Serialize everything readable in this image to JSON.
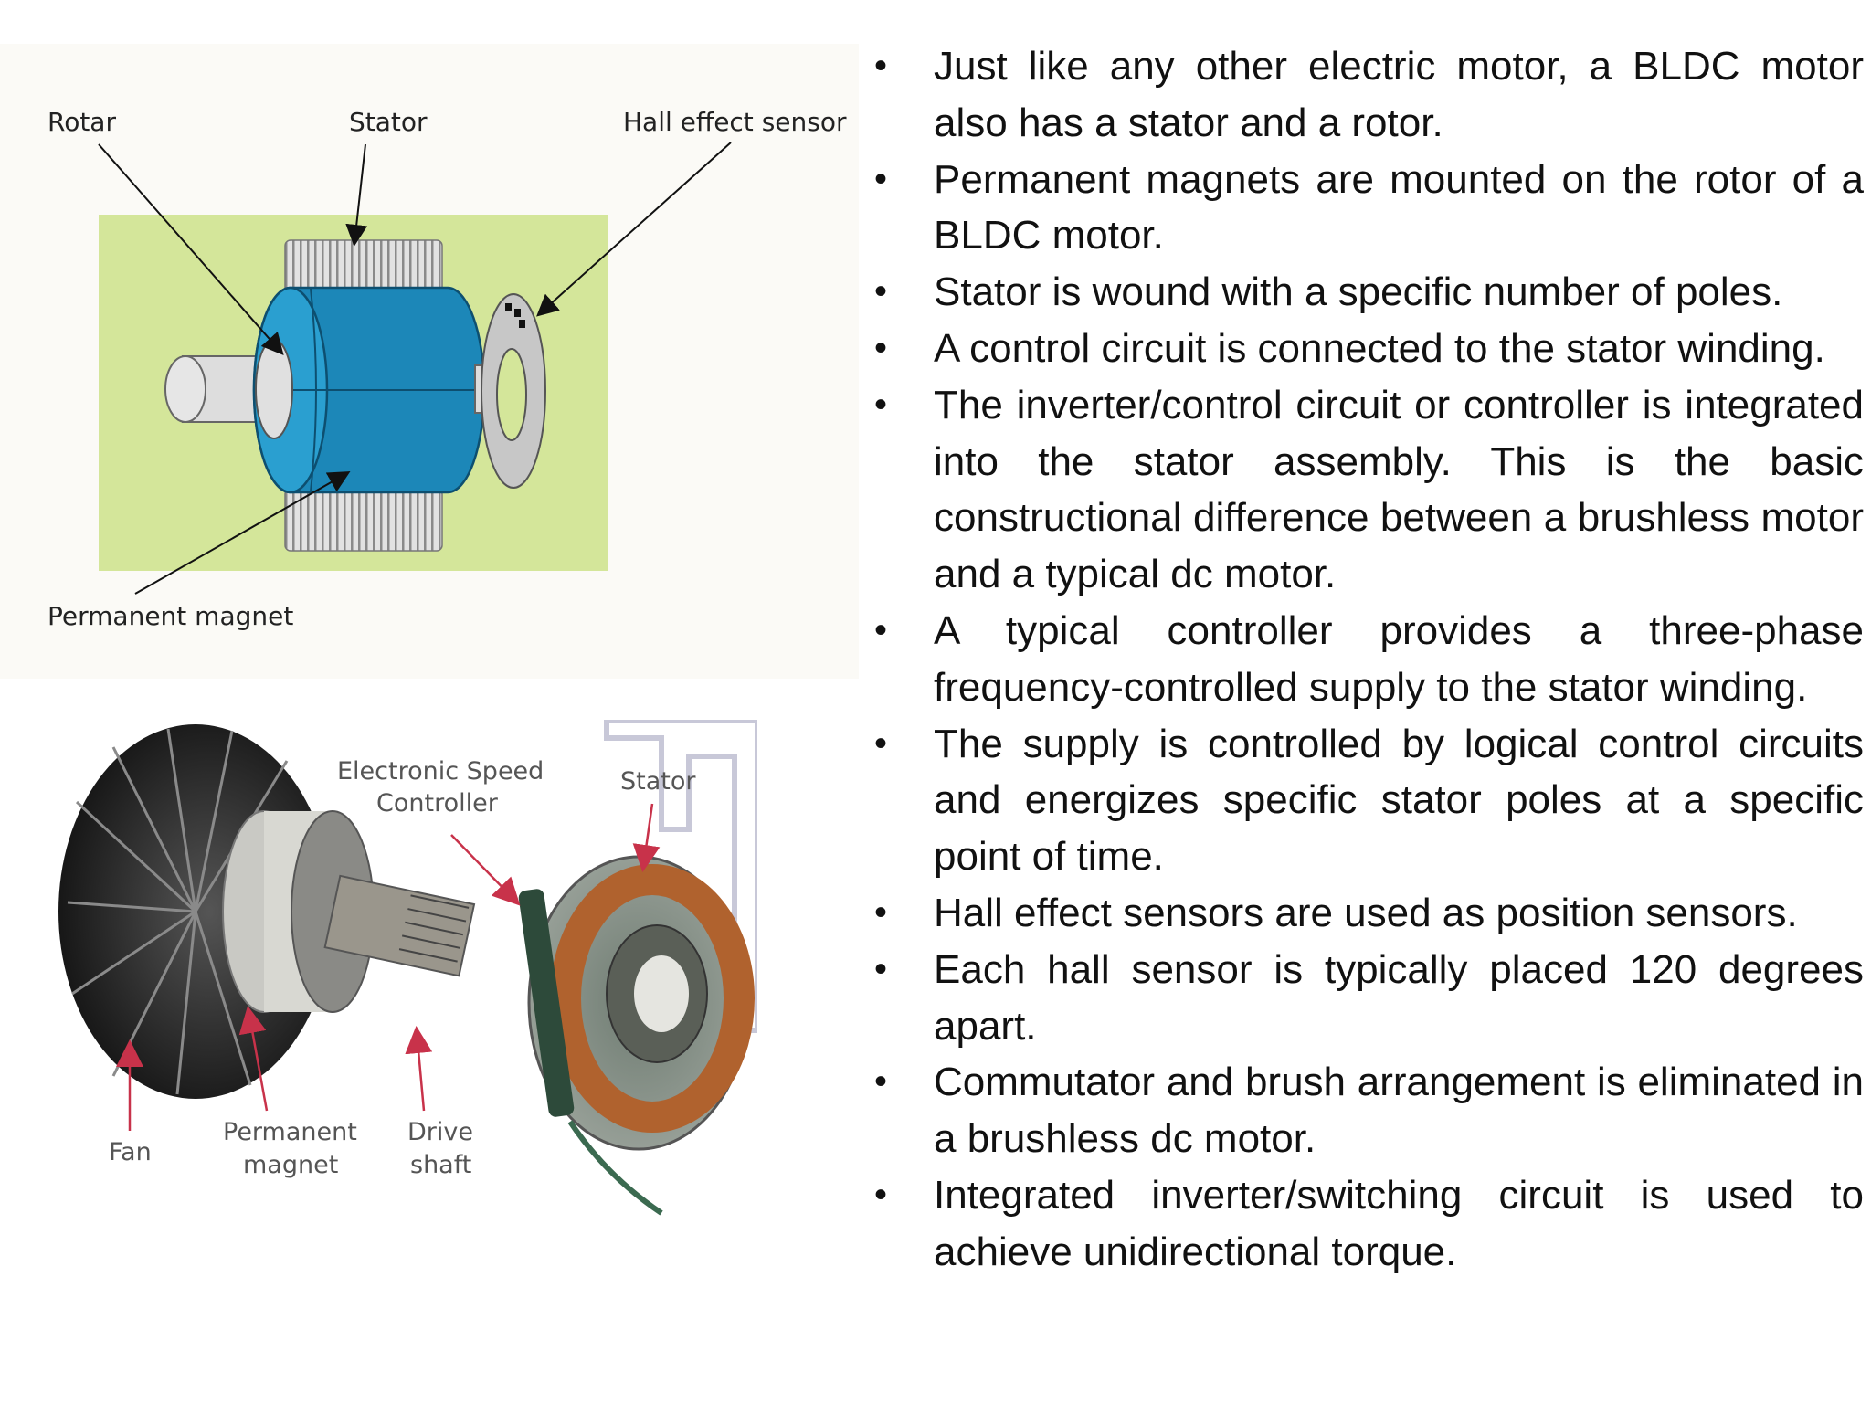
{
  "diagram_top": {
    "labels": {
      "rotor": "Rotar",
      "stator": "Stator",
      "hall": "Hall effect sensor",
      "magnet": "Permanent magnet"
    },
    "colors": {
      "background": "#d4e69a",
      "rotor_body": "#1c87b8",
      "winding": "#d6d6d6",
      "shaft": "#dddddd"
    }
  },
  "diagram_bottom": {
    "labels": {
      "esc_line1": "Electronic Speed",
      "esc_line2": "Controller",
      "stator": "Stator",
      "fan": "Fan",
      "magnet_line1": "Permanent",
      "magnet_line2": "magnet",
      "shaft_line1": "Drive",
      "shaft_line2": "shaft"
    },
    "colors": {
      "arrow": "#c8324a",
      "copper": "#b0622e"
    }
  },
  "bullets": [
    "Just like any other electric motor, a BLDC motor also has a stator and a rotor.",
    "Permanent magnets are mounted on the rotor of a BLDC motor.",
    "Stator is wound with a specific number of poles.",
    "A control circuit is connected to the stator winding.",
    "The inverter/control circuit or controller is integrated into the stator assembly. This is the basic constructional difference between a brushless motor and a typical dc motor.",
    "A typical controller provides a three-phase frequency-controlled supply to the stator winding.",
    "The supply is controlled by logical control circuits and energizes specific stator poles at a specific point of time.",
    "Hall effect sensors are used as position sensors.",
    " Each hall sensor is typically placed 120 degrees apart.",
    "Commutator and brush arrangement is eliminated in a brushless dc motor.",
    "Integrated inverter/switching circuit is used to achieve unidirectional torque."
  ]
}
